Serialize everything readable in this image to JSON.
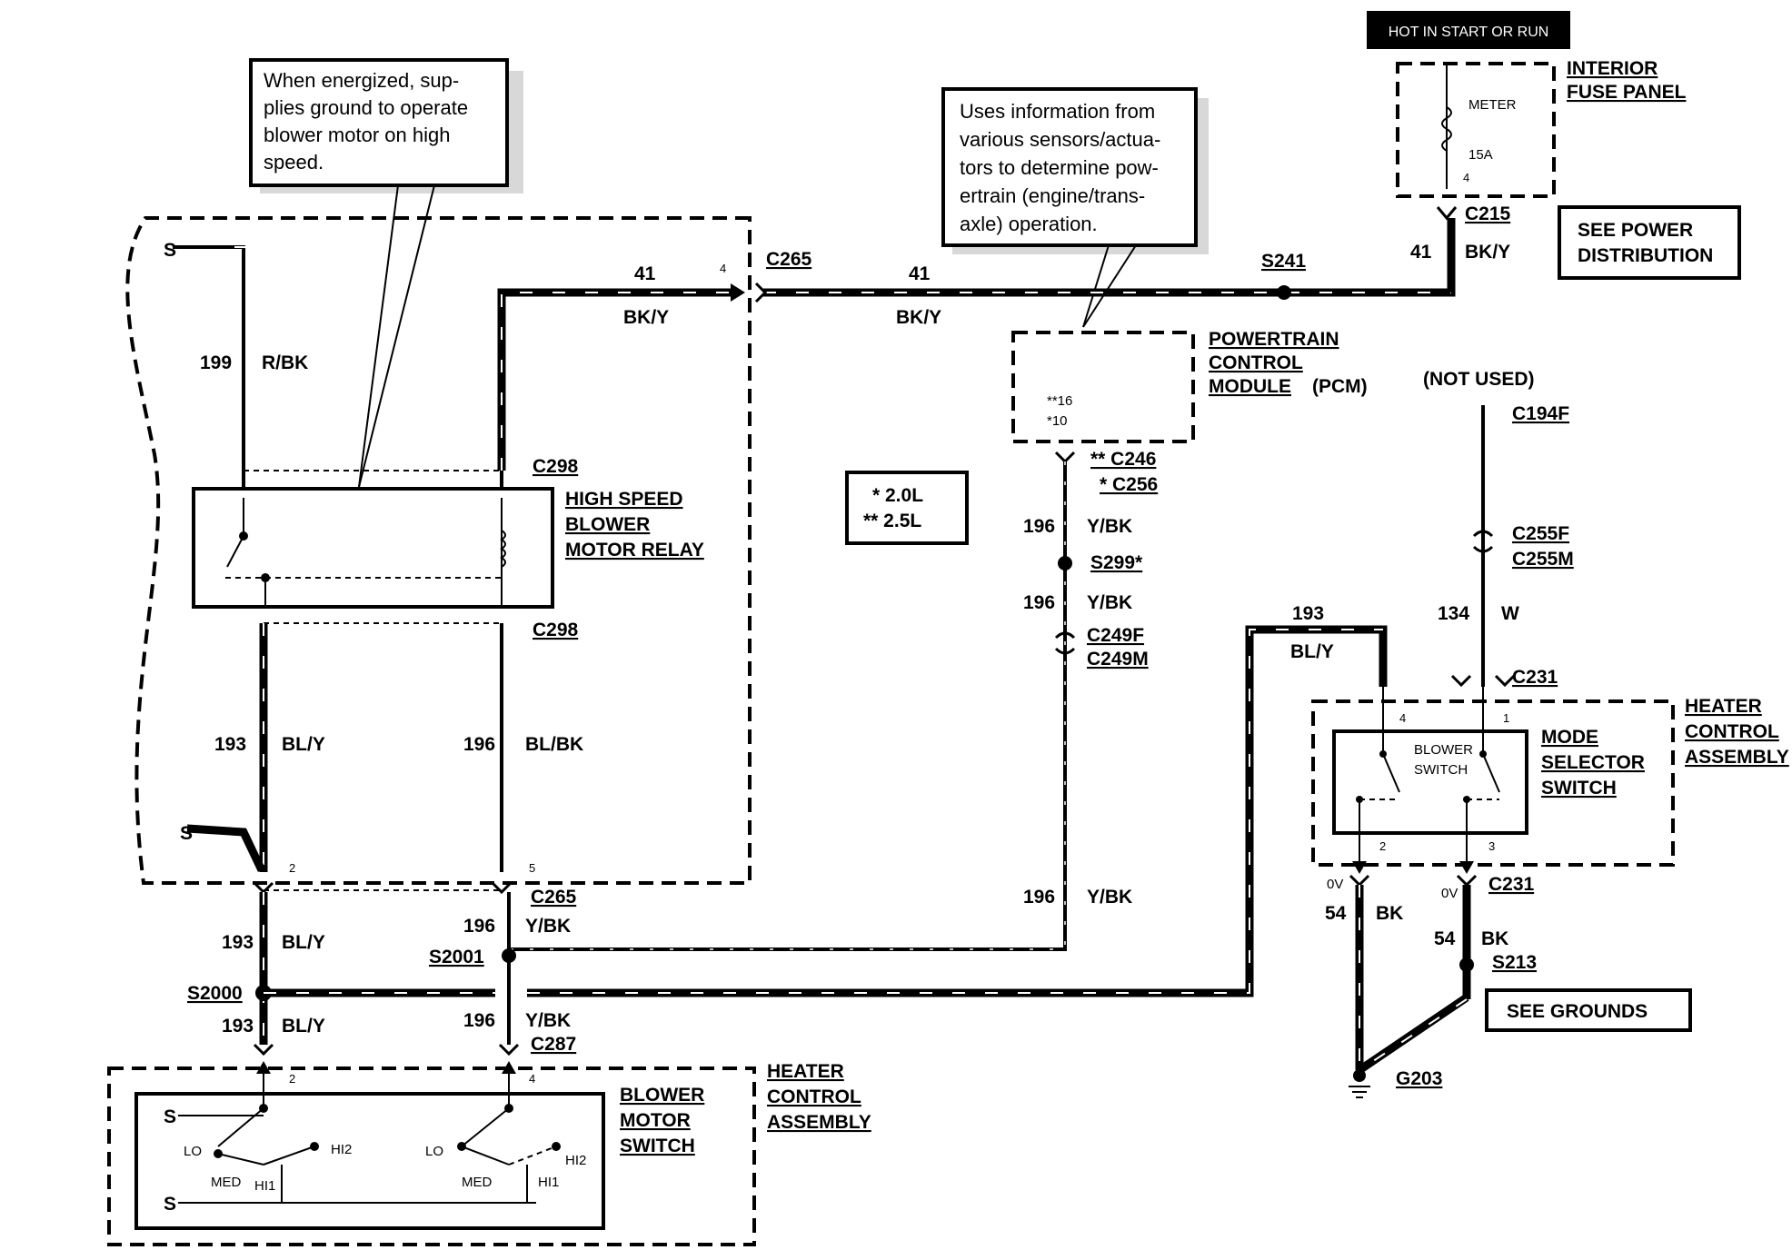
{
  "callouts": {
    "relay_note": [
      "When energized, sup-",
      "plies ground to operate",
      "blower motor on high",
      "speed."
    ],
    "pcm_note": [
      "Uses information from",
      "various sensors/actua-",
      "tors to determine pow-",
      "ertrain (engine/trans-",
      "axle) operation."
    ]
  },
  "hot_label": "HOT IN START OR RUN",
  "fuse_panel": {
    "title": [
      "INTERIOR",
      "FUSE PANEL"
    ],
    "fuse_name": "METER",
    "fuse_rating": "15A",
    "pin": "4"
  },
  "power_ref": [
    "SEE POWER",
    "DISTRIBUTION"
  ],
  "ground_ref": "SEE GROUNDS",
  "not_used": "(NOT USED)",
  "legend": {
    "single": "* 2.0L",
    "double": "** 2.5L"
  },
  "components": {
    "relay": [
      "HIGH SPEED",
      "BLOWER",
      "MOTOR RELAY"
    ],
    "pcm": [
      "POWERTRAIN",
      "CONTROL",
      "MODULE"
    ],
    "pcm_abbr": "(PCM)",
    "pcm_pins": [
      "**16",
      "*10"
    ],
    "blower_switch_box": [
      "BLOWER",
      "MOTOR",
      "SWITCH"
    ],
    "heater_assy_bottom": [
      "HEATER",
      "CONTROL",
      "ASSEMBLY"
    ],
    "heater_assy_right": [
      "HEATER",
      "CONTROL",
      "ASSEMBLY"
    ],
    "mode_selector": [
      "MODE",
      "SELECTOR",
      "SWITCH"
    ],
    "blower_sw_inner": [
      "BLOWER",
      "SWITCH"
    ],
    "switch_positions": {
      "lo": "LO",
      "med": "MED",
      "hi1": "HI1",
      "hi2": "HI2"
    }
  },
  "connectors": {
    "c265_top": "C265",
    "c215": "C215",
    "s241": "S241",
    "c298_top": "C298",
    "c298_bot": "C298",
    "c246": "** C246",
    "c256": "* C256",
    "s299": "S299*",
    "c249f": "C249F",
    "c249m": "C249M",
    "c194f": "C194F",
    "c255f": "C255F",
    "c255m": "C255M",
    "c231_top": "C231",
    "c231_bot": "C231",
    "c265_bot": "C265",
    "s2001": "S2001",
    "s2000": "S2000",
    "c287": "C287",
    "s213": "S213",
    "g203": "G203"
  },
  "wires": {
    "w199": {
      "num": "199",
      "color": "R/BK"
    },
    "w41a": {
      "num": "41",
      "color": "BK/Y"
    },
    "w41b": {
      "num": "41",
      "color": "BK/Y"
    },
    "w41c": {
      "num": "41",
      "color": "BK/Y"
    },
    "w193a": {
      "num": "193",
      "color": "BL/Y"
    },
    "w196a": {
      "num": "196",
      "color": "BL/BK"
    },
    "w196pcm1": {
      "num": "196",
      "color": "Y/BK"
    },
    "w196pcm2": {
      "num": "196",
      "color": "Y/BK"
    },
    "w196pcm3": {
      "num": "196",
      "color": "Y/BK"
    },
    "w193r": {
      "num": "193",
      "color": "BL/Y"
    },
    "w134": {
      "num": "134",
      "color": "W"
    },
    "w193b": {
      "num": "193",
      "color": "BL/Y"
    },
    "w196b": {
      "num": "196",
      "color": "Y/BK"
    },
    "w193c": {
      "num": "193",
      "color": "BL/Y"
    },
    "w196c": {
      "num": "196",
      "color": "Y/BK"
    },
    "w54a": {
      "num": "54",
      "color": "BK"
    },
    "w54b": {
      "num": "54",
      "color": "BK"
    }
  },
  "pins": {
    "p4_relay": "4",
    "p2_left": "2",
    "p5": "5",
    "p2_sw": "2",
    "p4_sw": "4",
    "p4_mode": "4",
    "p1_mode": "1",
    "p2_mode": "2",
    "p3_mode": "3"
  },
  "voltages": {
    "v1": "0V",
    "v2": "0V"
  }
}
